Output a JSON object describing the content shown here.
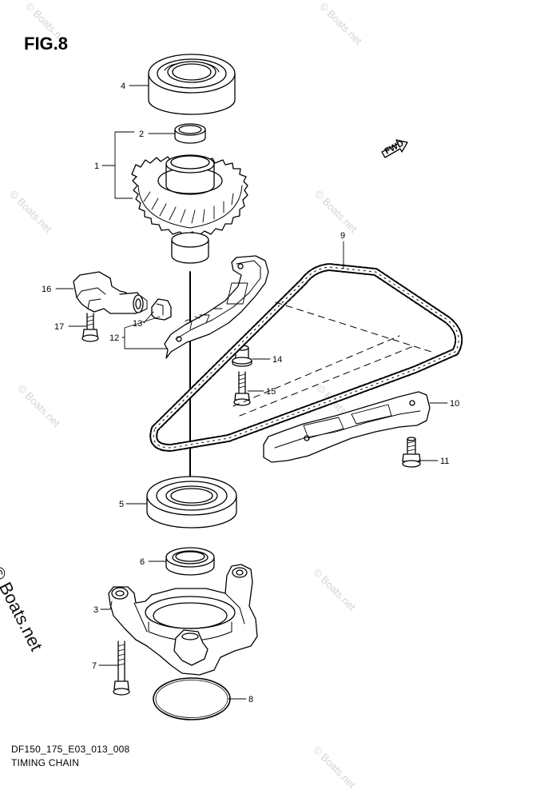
{
  "figure": {
    "title": "FIG.8"
  },
  "caption": {
    "code": "DF150_175_E03_013_008",
    "name": "TIMING CHAIN"
  },
  "watermark": {
    "text": "© Boats.net",
    "big_text": "© Boats.net"
  },
  "direction_marker": {
    "label": "FWD"
  },
  "callouts": [
    "1",
    "2",
    "3",
    "4",
    "5",
    "6",
    "7",
    "8",
    "9",
    "10",
    "11",
    "12",
    "13",
    "14",
    "15",
    "16",
    "17"
  ],
  "colors": {
    "line": "#000000",
    "watermark": "#d4d4d4"
  }
}
